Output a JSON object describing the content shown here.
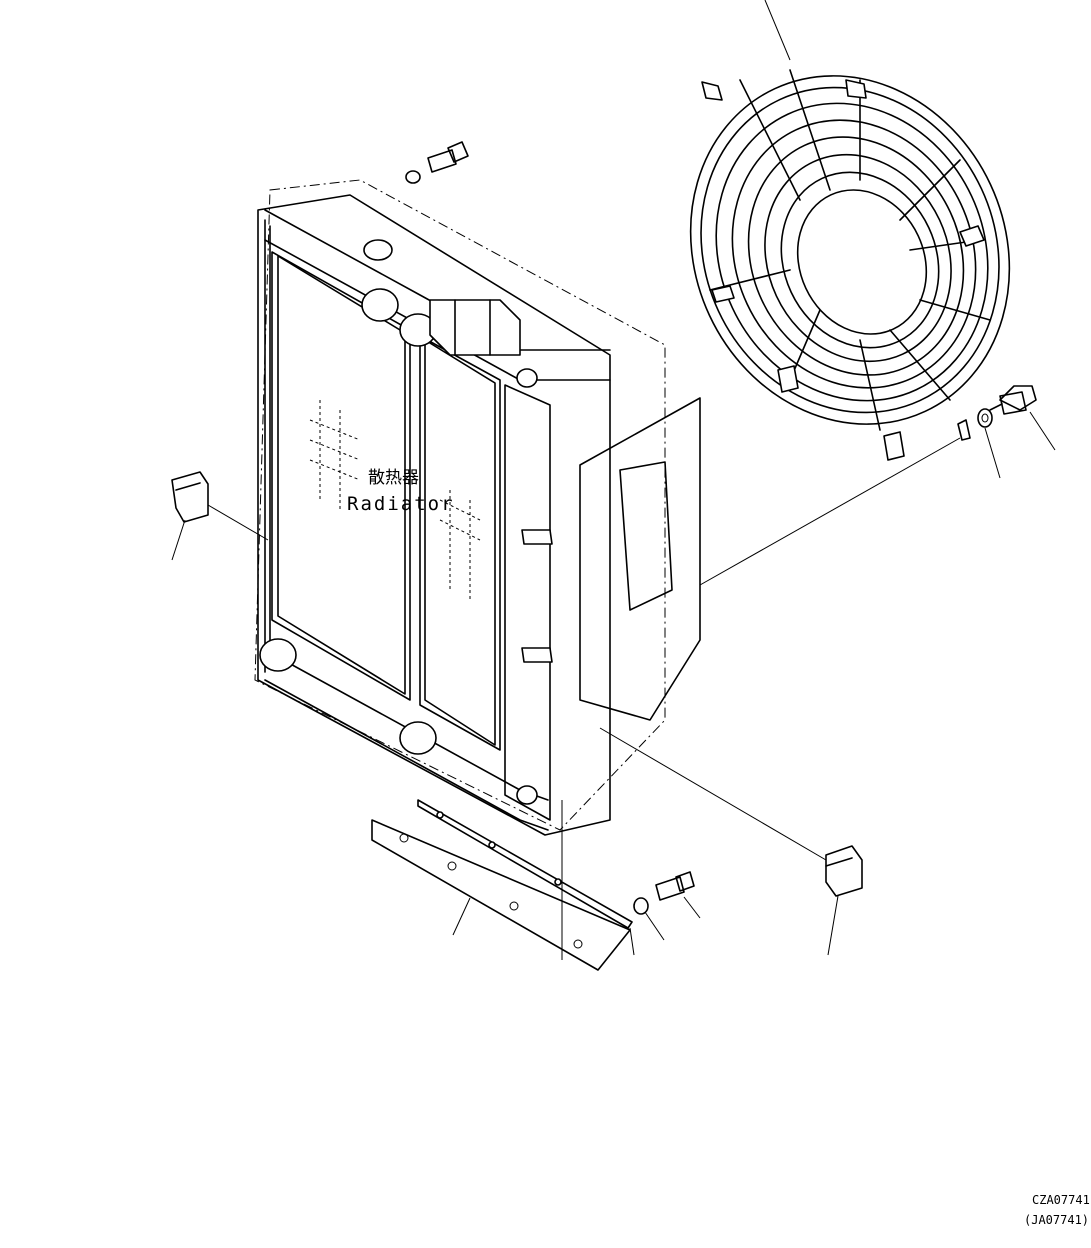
{
  "label_chinese": "散热器",
  "label_english": "Radiator",
  "drawing_code": "CZA07741",
  "drawing_code_alt": "(JA07741)"
}
